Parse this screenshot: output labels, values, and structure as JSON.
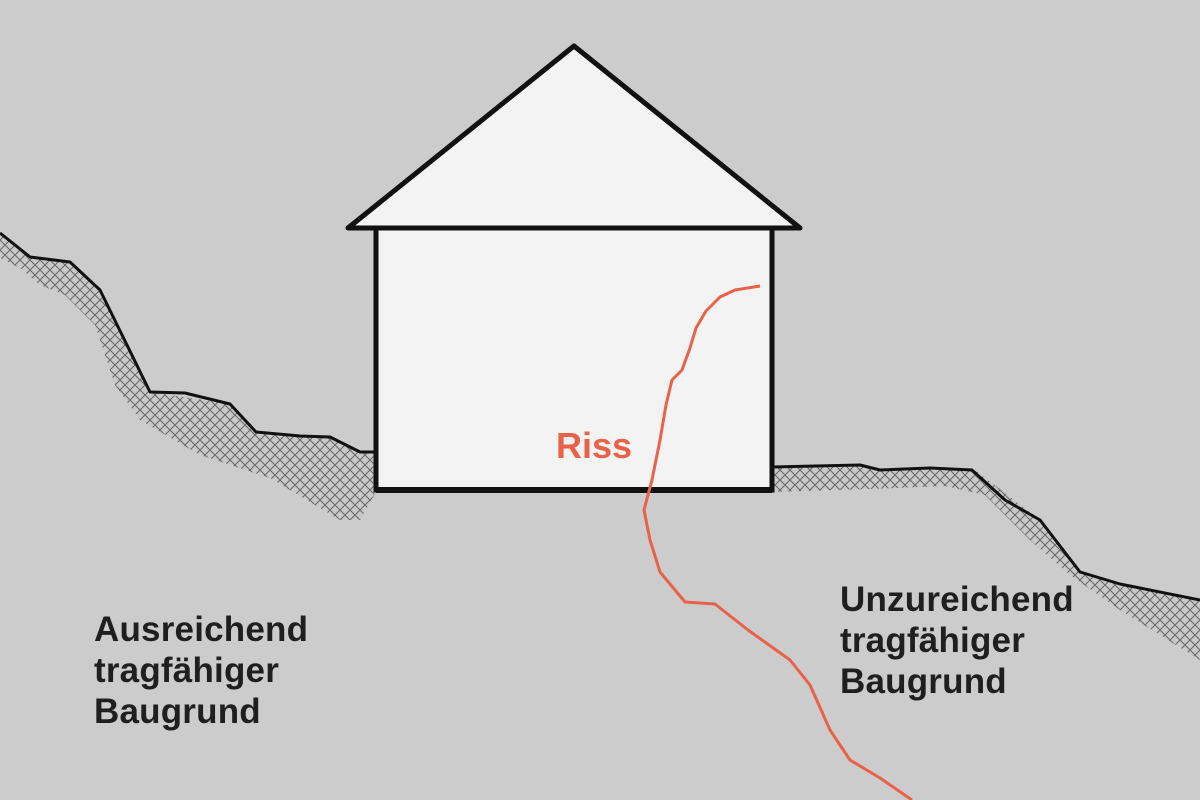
{
  "colors": {
    "background": "#cccccc",
    "house_fill": "#f3f3f3",
    "outline": "#111111",
    "crack": "#e8624a",
    "text": "#1f1f1f",
    "hatch": "#555555"
  },
  "labels": {
    "crack": "Riss",
    "left_ground": [
      "Ausreichend",
      "tragfähiger",
      "Baugrund"
    ],
    "right_ground": [
      "Unzureichend",
      "tragfähiger",
      "Baugrund"
    ]
  },
  "icons": {
    "house": "house-icon",
    "crack": "crack-line-icon",
    "terrain": "hatched-soil-layer-icon"
  }
}
